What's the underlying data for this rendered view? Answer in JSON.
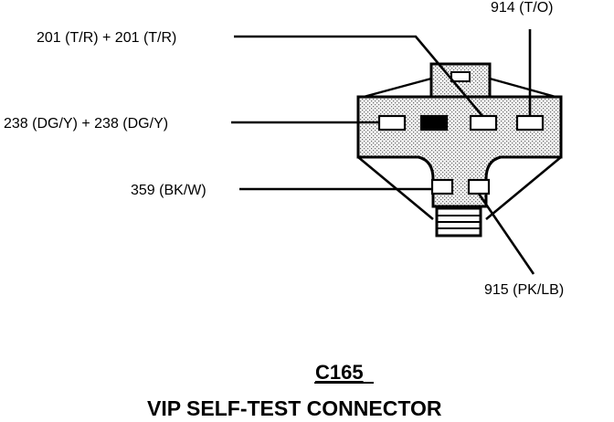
{
  "labels": {
    "wire_914": "914 (T/O)",
    "wire_201": "201 (T/R) + 201 (T/R)",
    "wire_238": "238 (DG/Y) + 238 (DG/Y)",
    "wire_359": "359 (BK/W)",
    "wire_915": "915 (PK/LB)"
  },
  "title": {
    "connector_id": "C165",
    "connector_name": "VIP SELF-TEST CONNECTOR"
  }
}
